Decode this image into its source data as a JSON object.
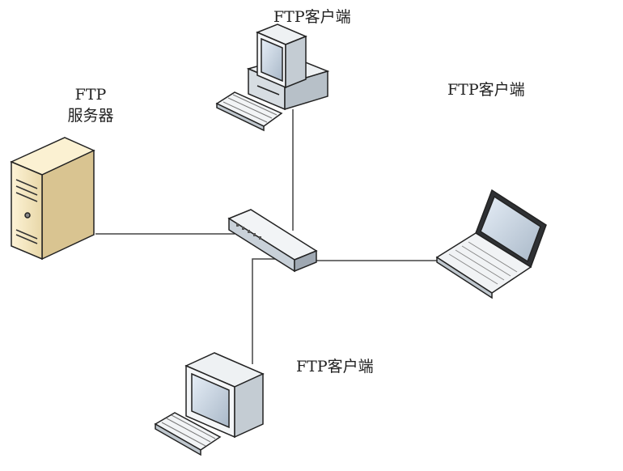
{
  "diagram": {
    "server_label_line1": "FTP",
    "server_label_line2": "服务器",
    "client_top_label": "FTP客户端",
    "client_right_label": "FTP客户端",
    "client_bottom_label": "FTP客户端"
  },
  "nodes": [
    {
      "id": "ftp-server",
      "icon": "server-tower-icon"
    },
    {
      "id": "switch",
      "icon": "network-switch-icon"
    },
    {
      "id": "client-top",
      "icon": "desktop-computer-icon"
    },
    {
      "id": "client-right",
      "icon": "laptop-icon"
    },
    {
      "id": "client-bottom",
      "icon": "desktop-computer-icon"
    }
  ],
  "edges": [
    {
      "from": "ftp-server",
      "to": "switch"
    },
    {
      "from": "client-top",
      "to": "switch"
    },
    {
      "from": "client-right",
      "to": "switch"
    },
    {
      "from": "client-bottom",
      "to": "switch"
    }
  ]
}
